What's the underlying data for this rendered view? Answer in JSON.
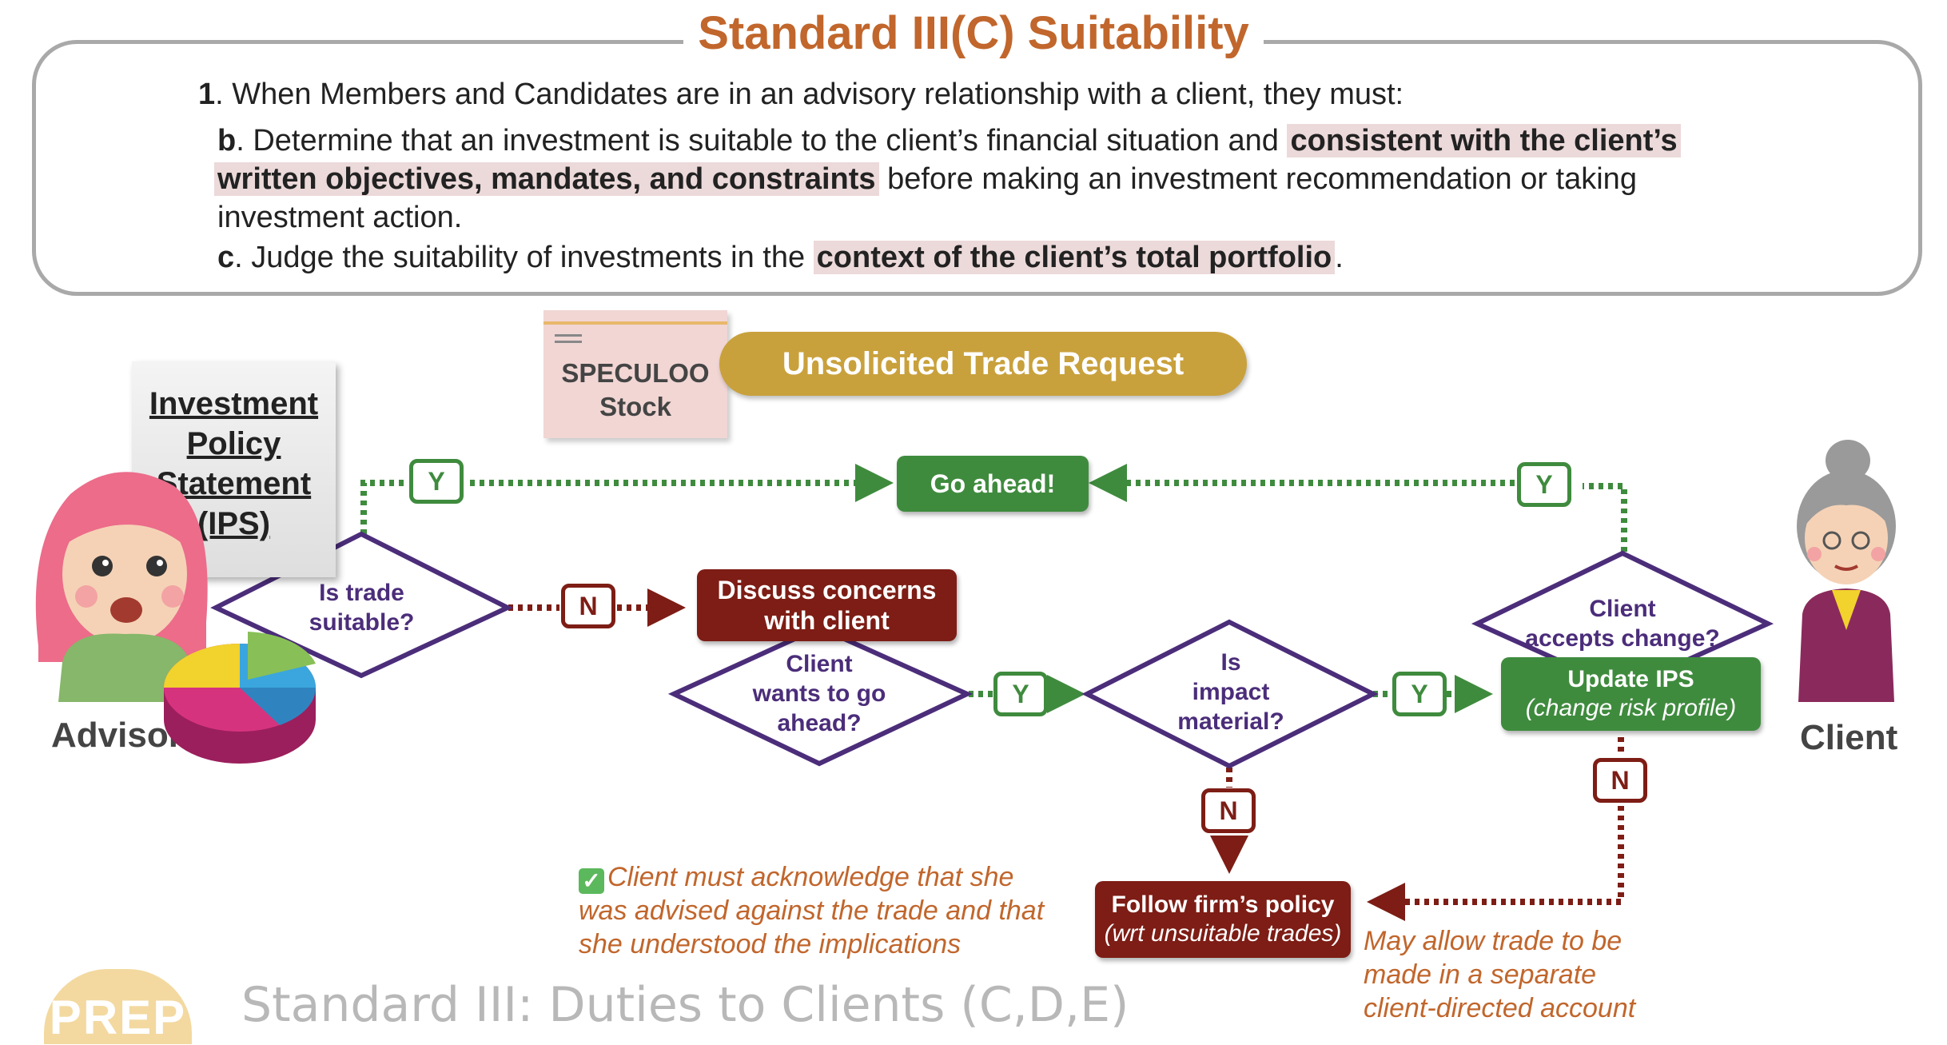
{
  "standard": {
    "title": "Standard III(C) Suitability",
    "item1_num": "1",
    "item1_text": ". When Members and Candidates are in an advisory relationship with a client, they must:",
    "b_letter": "b",
    "b_text1": ". Determine that an investment is suitable to the client’s financial situation and ",
    "b_hl1": "consistent with the client’s",
    "b_hl2": "written objectives, mandates, and constraints",
    "b_text2": " before making an investment recommendation or taking",
    "b_text3": "investment action.",
    "c_letter": "c",
    "c_text1": ". Judge the suitability of investments in the ",
    "c_hl": "context of the client’s total portfolio",
    "c_text2": "."
  },
  "stock_note": {
    "line1": "SPECULOO",
    "line2": "Stock"
  },
  "trade_request": "Unsolicited Trade Request",
  "ips_doc": {
    "l1": "Investment",
    "l2": "Policy",
    "l3": "Statement",
    "l4": "(IPS)"
  },
  "advisor_label": "Advisor",
  "client_label": "Client",
  "nodes": {
    "go_ahead": "Go ahead!",
    "discuss_l1": "Discuss concerns",
    "discuss_l2": "with client",
    "update_ips_l1": "Update IPS",
    "update_ips_l2": "(change risk profile)",
    "follow_policy_l1": "Follow firm’s policy",
    "follow_policy_l2": "(wrt unsuitable trades)"
  },
  "decisions": {
    "suitable_l1": "Is trade",
    "suitable_l2": "suitable?",
    "wants_l1": "Client",
    "wants_l2": "wants to go",
    "wants_l3": "ahead?",
    "material_l1": "Is",
    "material_l2": "impact",
    "material_l3": "material?",
    "accepts_l1": "Client",
    "accepts_l2": "accepts change?"
  },
  "badges": {
    "yes": "Y",
    "no": "N"
  },
  "notes": {
    "ack_l1": "Client must acknowledge that she",
    "ack_l2": "was advised against the trade and that",
    "ack_l3": "she understood the implications",
    "sep_l1": "May allow trade to be",
    "sep_l2": "made in a separate",
    "sep_l3": "client-directed account"
  },
  "footer": {
    "logo": "PREP",
    "subtitle": "Standard III: Duties to Clients (C,D,E)"
  },
  "colors": {
    "green": "#3f8b3e",
    "red": "#7d1d15",
    "purple": "#4b2d7a",
    "orange": "#c1662c",
    "gold": "#c9a13c"
  },
  "icons": [
    "check-icon",
    "pie-chart-icon",
    "advisor-avatar",
    "client-avatar",
    "sticky-note-icon"
  ]
}
